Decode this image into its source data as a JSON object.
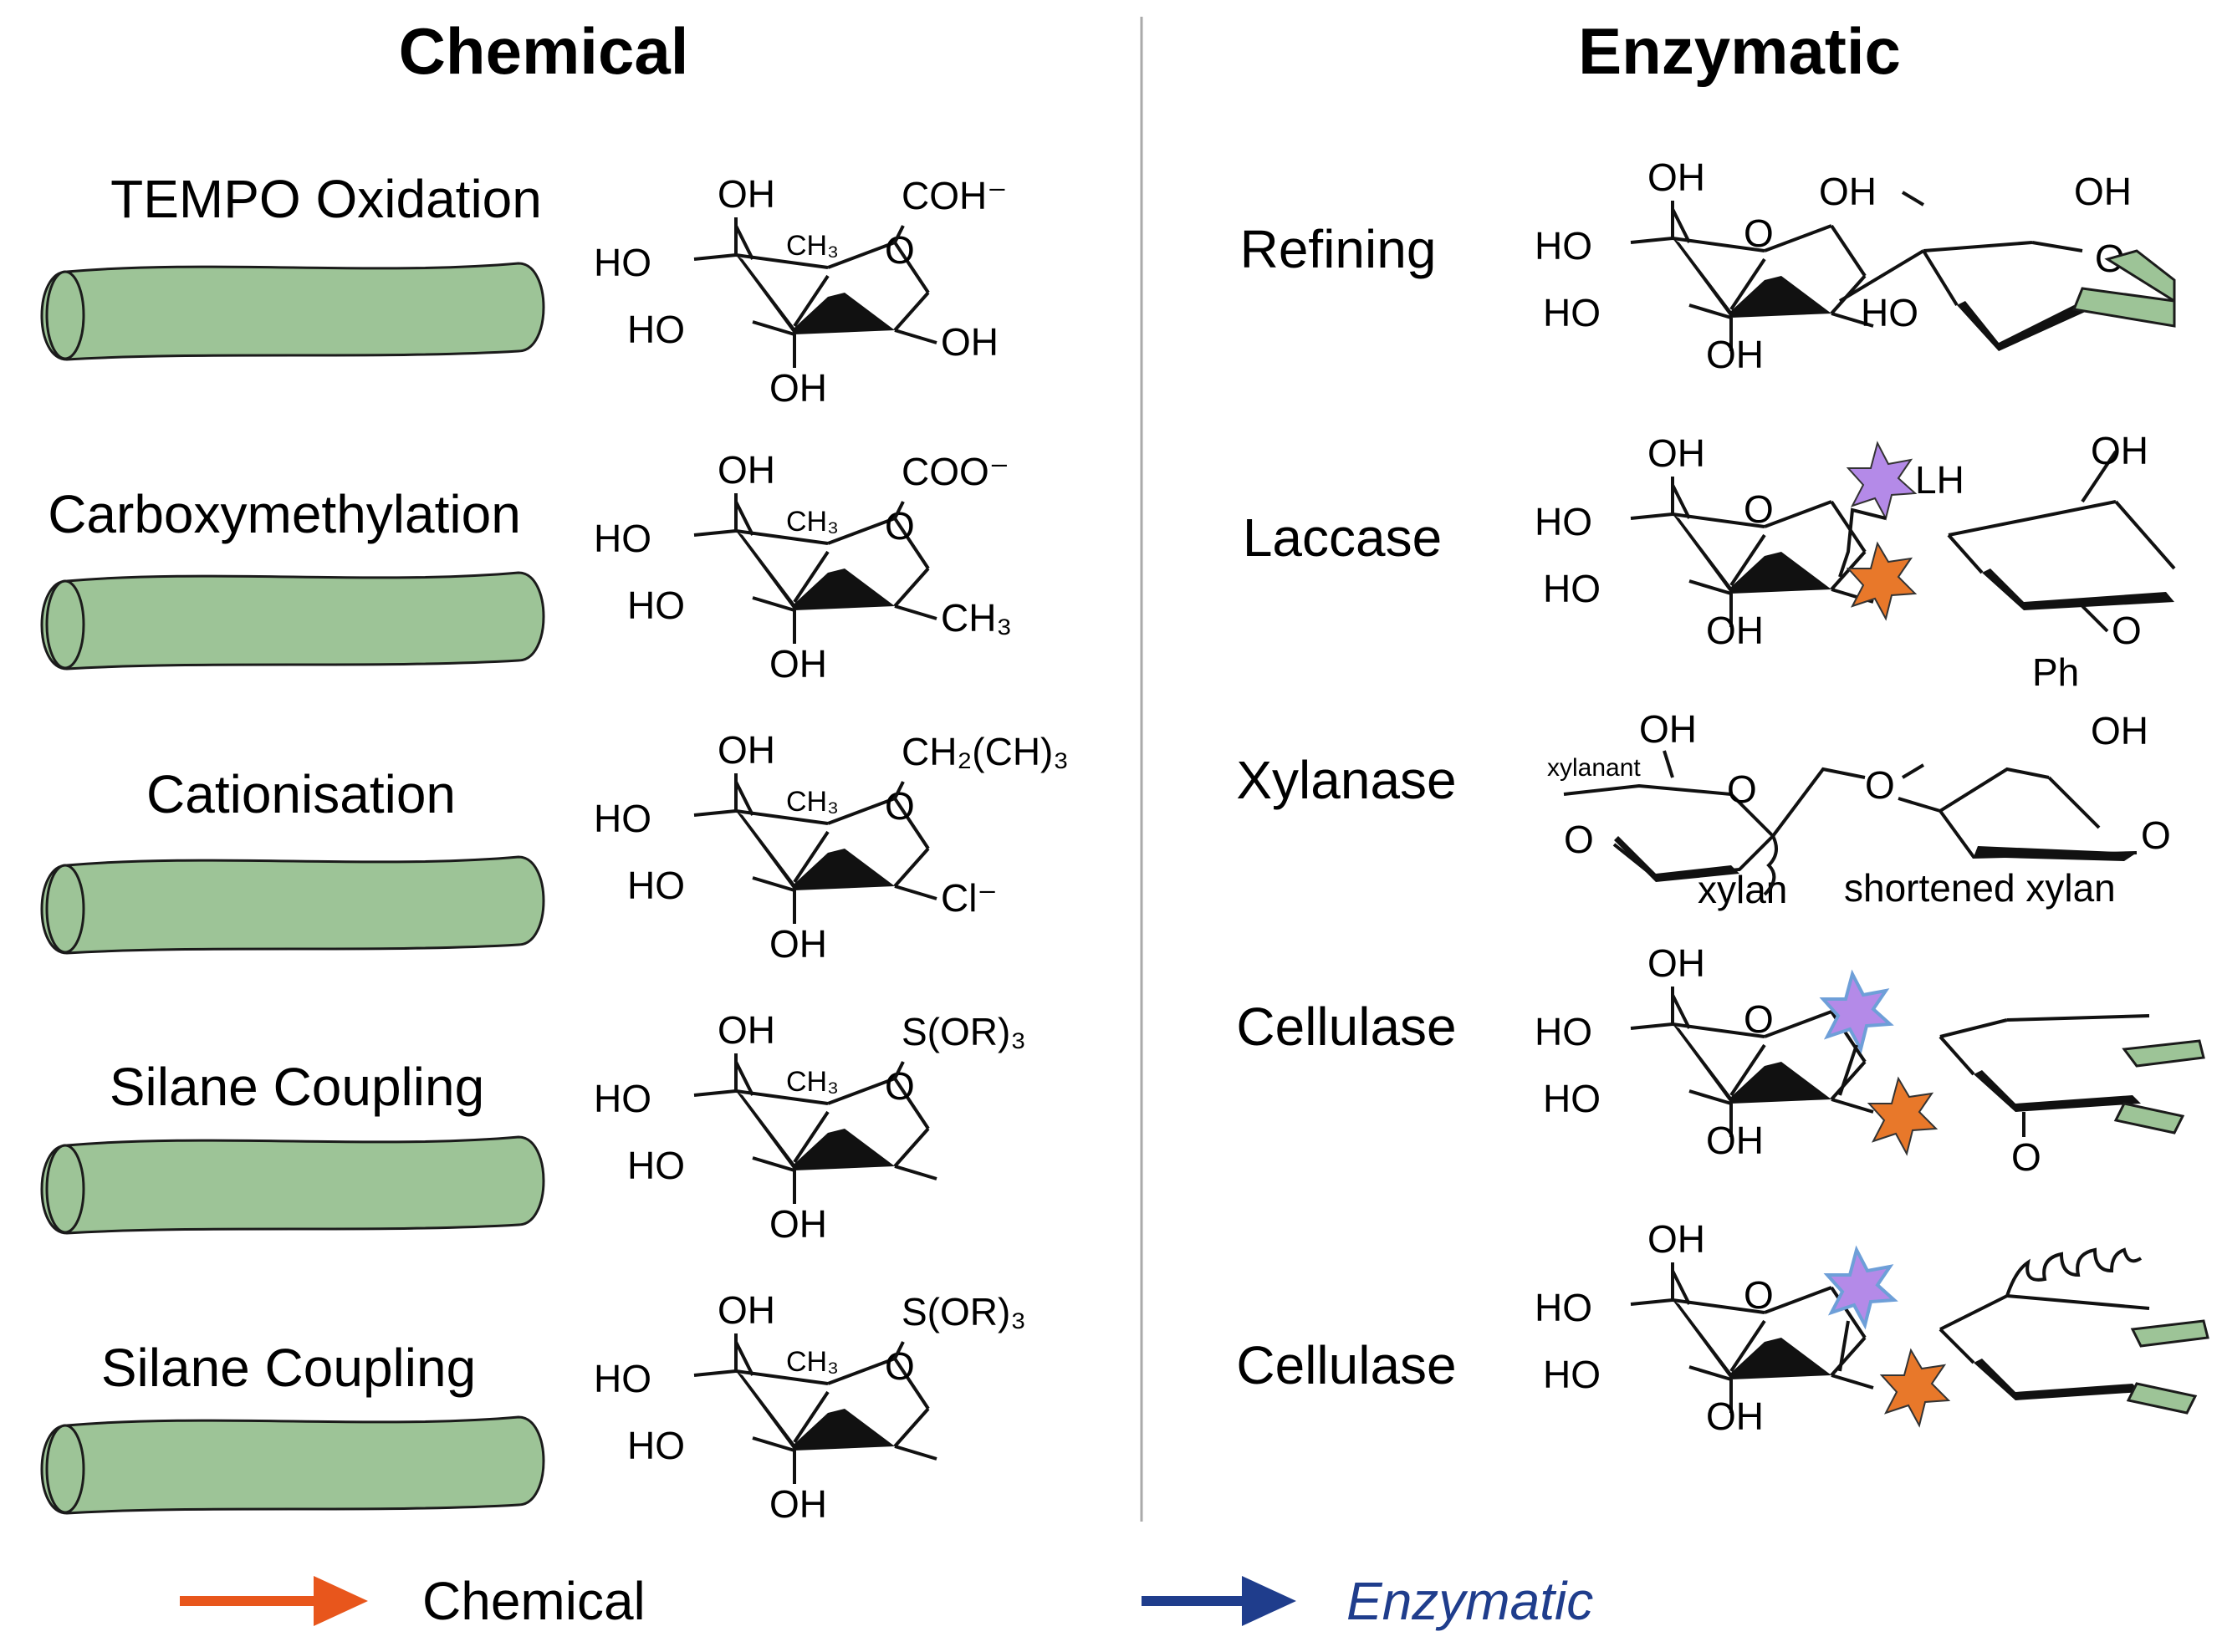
{
  "headers": {
    "left": "Chemical",
    "right": "Enzymatic"
  },
  "chemical": [
    {
      "label": "TEMPO Oxidation",
      "sub_top": "COH⁻",
      "sub_side": "OH",
      "ch3": "CH₃",
      "oh1": "OH",
      "oh2": "HO",
      "oh3": "HO",
      "oh4": "OH"
    },
    {
      "label": "Carboxymethylation",
      "sub_top": "COO⁻",
      "sub_side": "CH₃",
      "ch3": "CH₃",
      "oh1": "OH",
      "oh2": "HO",
      "oh3": "HO",
      "oh4": "OH"
    },
    {
      "label": "Cationisation",
      "sub_top": "CH₂(CH)₃",
      "sub_side": "Cl⁻",
      "ch3": "CH₃",
      "oh1": "OH",
      "oh2": "HO",
      "oh3": "HO",
      "oh4": "OH"
    },
    {
      "label": "Silane Coupling",
      "sub_top": "S(OR)₃",
      "sub_side": "",
      "ch3": "CH₃",
      "oh1": "OH",
      "oh2": "HO",
      "oh3": "HO",
      "oh4": "OH"
    },
    {
      "label": "Silane Coupling",
      "sub_top": "S(OR)₃",
      "sub_side": "",
      "ch3": "CH₃",
      "oh1": "OH",
      "oh2": "HO",
      "oh3": "HO",
      "oh4": "OH"
    }
  ],
  "enzymatic": [
    {
      "label": "Refining"
    },
    {
      "label": "Laccase"
    },
    {
      "label": "Xylanase"
    },
    {
      "label": "Cellulase"
    },
    {
      "label": "Cellulase"
    }
  ],
  "enz_text": {
    "oh": "OH",
    "ho": "HO",
    "o": "O",
    "lh": "LH",
    "ph": "Ph",
    "xylanant": "xylanant",
    "xylan": "xylan",
    "shortened": "shortened xylan"
  },
  "legend": {
    "chemical": "Chemical",
    "enzymatic": "Enzymatic"
  },
  "colors": {
    "fiber": "#9dc497",
    "chemical_arrow": "#e8561c",
    "enzymatic_arrow": "#1f3d8c",
    "star_purple": "#b48ae8",
    "star_blue": "#6e9fd8",
    "star_orange": "#e8782a"
  }
}
